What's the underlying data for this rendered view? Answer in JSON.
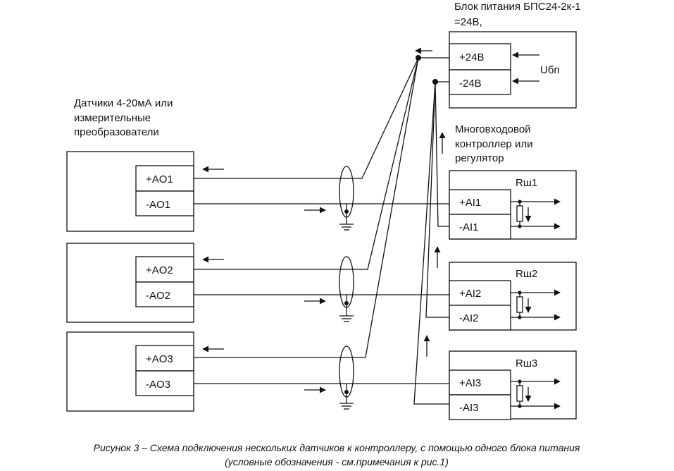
{
  "psu": {
    "title_line1": "Блок питания БПС24-2к-1",
    "title_line2": "=24В,",
    "plus": "+24В",
    "minus": "-24В",
    "voltage": "Uбп"
  },
  "sensors": {
    "title_line1": "Датчики 4-20мА или",
    "title_line2": "измерительные",
    "title_line3": "преобразователи",
    "items": [
      {
        "plus": "+AO1",
        "minus": "-AO1"
      },
      {
        "plus": "+AO2",
        "minus": "-AO2"
      },
      {
        "plus": "+AO3",
        "minus": "-AO3"
      }
    ]
  },
  "controller": {
    "title_line1": "Многовходовой",
    "title_line2": "контроллер или",
    "title_line3": "регулятор",
    "items": [
      {
        "shunt": "Rш1",
        "plus": "+AI1",
        "minus": "-AI1"
      },
      {
        "shunt": "Rш2",
        "plus": "+AI2",
        "minus": "-AI2"
      },
      {
        "shunt": "Rш3",
        "plus": "+AI3",
        "minus": "-AI3"
      }
    ]
  },
  "caption": {
    "line1": "Рисунок 3 – Схема подключения нескольких датчиков к контроллеру, с помощью одного блока питания",
    "line2": "(условные обозначения - см.примечания к рис.1)"
  }
}
